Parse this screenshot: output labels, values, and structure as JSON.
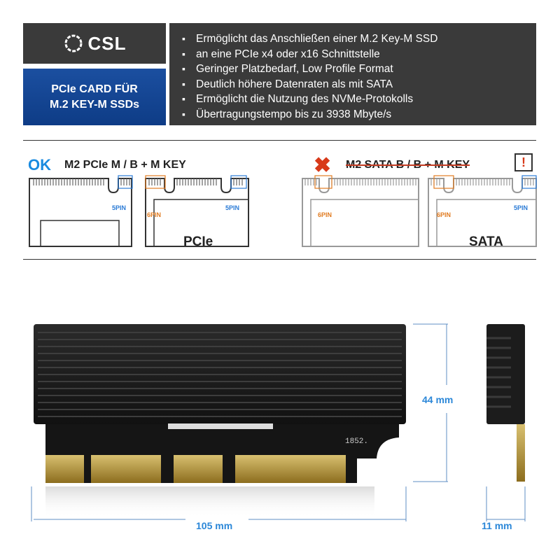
{
  "logo": {
    "text": "CSL"
  },
  "product": {
    "line1": "PCIe CARD FÜR",
    "line2": "M.2 KEY-M SSDs"
  },
  "features": [
    "Ermöglicht das Anschließen einer M.2 Key-M SSD",
    "an eine PCIe x4 oder x16 Schnittstelle",
    "Geringer Platzbedarf, Low Profile Format",
    "Deutlich höhere Datenraten als mit SATA",
    "Ermöglicht die Nutzung des NVMe-Protokolls",
    "Übertragungstempo bis zu 3938 Mbyte/s"
  ],
  "compat": {
    "ok_label": "OK",
    "ok_key": "M2 PCIe M / B + M KEY",
    "bad_key": "M2 SATA B / B + M KEY",
    "warn": "!",
    "pcie_label": "PCIe",
    "sata_label": "SATA",
    "pin5": "5PIN",
    "pin6": "6PIN"
  },
  "dimensions": {
    "height": "44 mm",
    "length": "105 mm",
    "depth": "11 mm"
  },
  "card": {
    "marking": "1852."
  },
  "colors": {
    "accent_blue": "#1a8be0",
    "dark_panel": "#3a3a3a",
    "brand_blue": "#1b4fa0",
    "warn_red": "#d83a1a",
    "pin_orange": "#e17c22"
  }
}
